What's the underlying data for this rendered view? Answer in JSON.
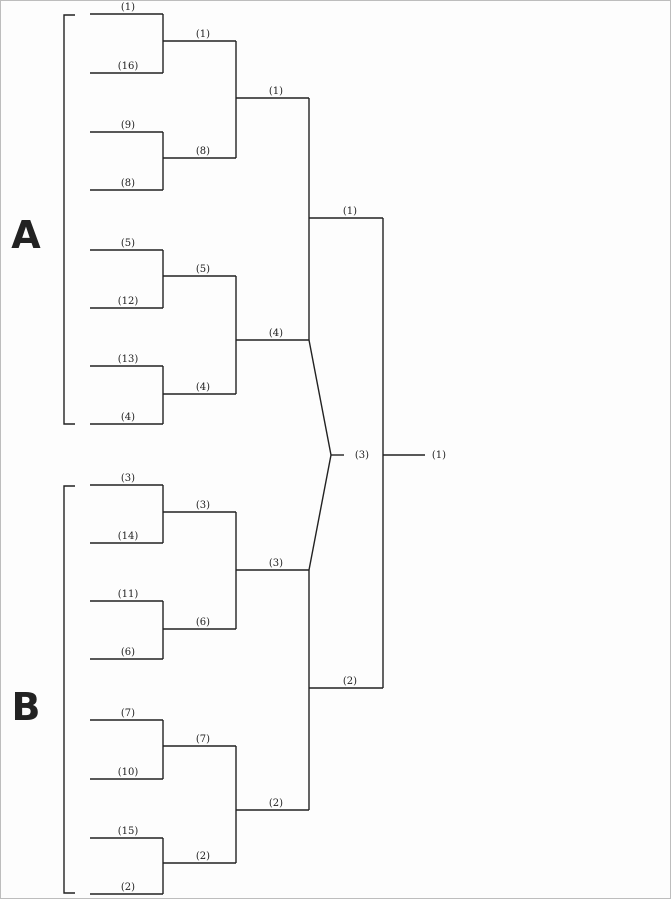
{
  "regions": {
    "a_label": "A",
    "b_label": "B"
  },
  "bracket": {
    "round1": [
      "(1)",
      "(16)",
      "(9)",
      "(8)",
      "(5)",
      "(12)",
      "(13)",
      "(4)",
      "(3)",
      "(14)",
      "(11)",
      "(6)",
      "(7)",
      "(10)",
      "(15)",
      "(2)"
    ],
    "round2": [
      "(1)",
      "(8)",
      "(5)",
      "(4)",
      "(3)",
      "(6)",
      "(7)",
      "(2)"
    ],
    "round3": [
      "(1)",
      "(4)",
      "(3)",
      "(2)"
    ],
    "round4": [
      "(1)",
      "(2)"
    ],
    "third_seed": "(3)",
    "champion": "(1)"
  }
}
